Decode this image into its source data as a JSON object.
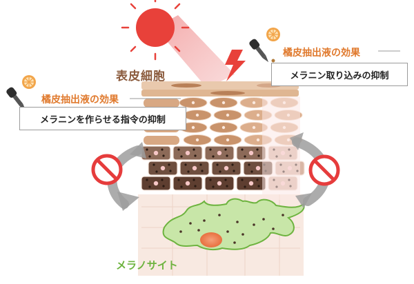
{
  "diagram": {
    "title": "表皮細胞",
    "melanocyte_label": "メラノサイト",
    "left_callout": {
      "effect_label": "橘皮抽出液の効果",
      "box_text": "メラニンを作らせる指令の抑制"
    },
    "right_callout": {
      "effect_label": "橘皮抽出液の効果",
      "box_text": "メラニン取り込みの抑制"
    }
  },
  "colors": {
    "sun": "#e8413a",
    "orange_text": "#e07a2e",
    "title_brown": "#8a5a3c",
    "melanocyte_green": "#6db33f",
    "prohibit_red": "#e63c3c",
    "cycle_arrow_gray": "#9e9e9e"
  },
  "icons": [
    "sun-icon",
    "citrus-icon",
    "dropper-icon",
    "prohibition-icon",
    "lightning-icon"
  ]
}
